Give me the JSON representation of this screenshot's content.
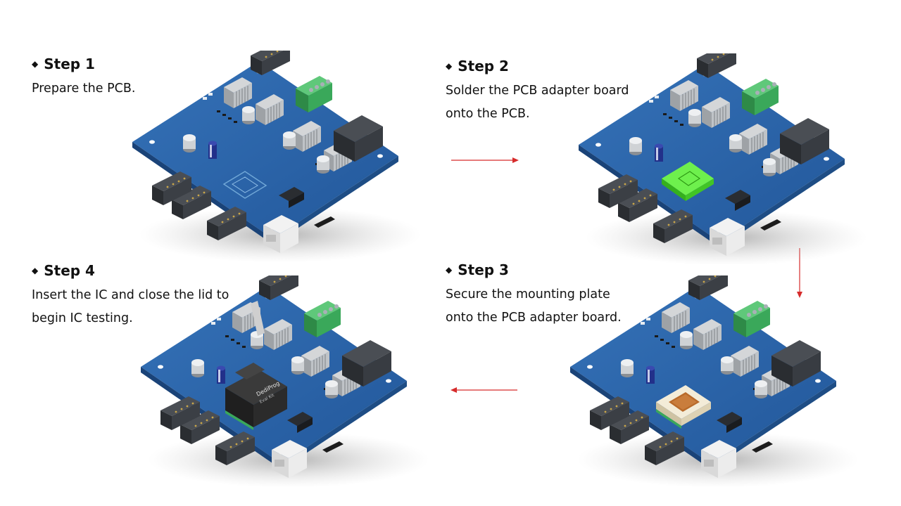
{
  "steps": [
    {
      "title": "Step 1",
      "lines": [
        "Prepare the PCB."
      ]
    },
    {
      "title": "Step 2",
      "lines": [
        "Solder the PCB adapter board",
        "onto the PCB."
      ]
    },
    {
      "title": "Step 3",
      "lines": [
        "Secure the mounting plate",
        "onto the PCB adapter board."
      ]
    },
    {
      "title": "Step 4",
      "lines": [
        "Insert the IC and close the lid to",
        "begin IC testing."
      ]
    }
  ],
  "bullet_glyph": "◆",
  "colors": {
    "pcb": "#2b64a8",
    "pcb_edge": "#1e4d85",
    "terminal": "#3aa85a",
    "adapter": "#49e22e",
    "socket_plate": "#e9e0c8",
    "socket_chip": "#b86a2a",
    "ic_lid": "#2b2b2b",
    "arrow": "#d62b2b"
  },
  "ic_lid_text": [
    "DediProg",
    "Eval Kit"
  ]
}
